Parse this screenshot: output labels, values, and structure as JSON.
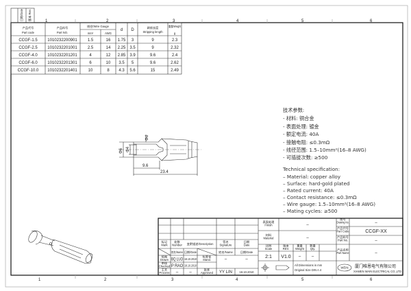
{
  "zones": [
    "1",
    "2",
    "3",
    "4",
    "5",
    "6"
  ],
  "revision_block": {
    "date": "日期/Date",
    "rev": "版本 Rev."
  },
  "part_table": {
    "headers": {
      "part_code_cn": "产品代号",
      "part_code": "Part code",
      "part_no_cn": "产品料号",
      "part_no": "Part NO.",
      "wire_gauge": "线径/Wire Gauge",
      "mm2": "mm²",
      "awg": "AWG",
      "d": "d",
      "D": "D",
      "stripping_cn": "剥线长度",
      "stripping": "Stripping length",
      "weight": "重量/Weight",
      "weight_unit": "g"
    },
    "rows": [
      [
        "CCGF-1.5",
        "1010232200901",
        "1.5",
        "16",
        "1.75",
        "3",
        "9",
        "2.3"
      ],
      [
        "CCGF-2.5",
        "1010232201001",
        "2.5",
        "14",
        "2.25",
        "3.5",
        "9",
        "2.32"
      ],
      [
        "CCGF-4.0",
        "1010232201201",
        "4",
        "12",
        "2.85",
        "3.9",
        "9.6",
        "2.4"
      ],
      [
        "CCGF-6.0",
        "1010232201301",
        "6",
        "10",
        "3.5",
        "5",
        "9.6",
        "2.62"
      ],
      [
        "CCGF-10.0",
        "1010232201401",
        "10",
        "8",
        "4.3",
        "5.6",
        "15",
        "2.49"
      ]
    ]
  },
  "dimensions": {
    "D": "ΦD",
    "d": "Φd",
    "big": "Φ6",
    "inner": "Φ4",
    "strip": "9.6",
    "total": "23.4"
  },
  "spec_cn": {
    "title": "技术参数:",
    "items": [
      "- 材料: 铜合金",
      "- 表面处理: 镀金",
      "- 额定电流: 40A",
      "- 接触电阻: ≤0.3mΩ",
      "- 线径范围: 1.5–10mm²(16–8 AWG)",
      "- 可插拔次数: ≥500"
    ]
  },
  "spec_en": {
    "title": "Technical specification:",
    "items": [
      "–  Material: copper alloy",
      "–  Surface: hard-gold plated",
      "–  Rated current: 40A",
      "–  Contact resistance: ≤0.3mΩ",
      "–  Wire gauge: 1.5–10mm²(16–8 AWG)",
      "–  Mating cycles: ≥500"
    ]
  },
  "title_block": {
    "mark": "标记 Mark",
    "number": "处数 Number",
    "description": "变更描述/Description",
    "signature": "签名 Signature",
    "date": "日期 Date",
    "name_h": "姓名/Name",
    "date_h": "日期/Date",
    "name_h2": "姓名/Name",
    "date_h2": "日期/Date",
    "drawn": "绘图 Drawn",
    "drawn_name": "BQ LUO",
    "drawn_date": "18.10.2010",
    "standard": "标准化 Stand.",
    "standard_name": "–",
    "standard_date": "–",
    "checked": "审核 Checked",
    "checked_name": "P RAO",
    "checked_date": "18.10.2010",
    "process": "工艺 Process",
    "process_name": "–",
    "process_date": "–",
    "approved": "批准 Approved",
    "approved_name": "YY LIN",
    "approved_date": "18.10.2010",
    "finish": "表面处理 Finish",
    "finish_value": "–",
    "material": "材料 Material",
    "material_value": "–",
    "scale": "比例 Scale",
    "scale_value": "2:1",
    "rev": "版本 REV.",
    "rev_value": "V1.0",
    "weight": "重量 Weight",
    "weight_value": "–",
    "qty": "数量 Qty.",
    "qty_value": "–",
    "dims_note1": "All Dimensions in mm",
    "dims_note2": "Original Size DIN A 4",
    "drawing_no": "图号 Drawing No.",
    "drawing_no_value": "–",
    "part_code": "产品代号 Part Code",
    "part_code_value": "CCGF-XX",
    "part_no": "产品料号 Part No.",
    "part_no_value": "–",
    "part_name": "产品名称 Part Name",
    "part_name_value": "–",
    "logo": "WEIN",
    "company_cn": "厦门唯恩电气有限公司",
    "company_en": "XIAMEN WAIN ELECTRICAL CO.,LTD"
  }
}
